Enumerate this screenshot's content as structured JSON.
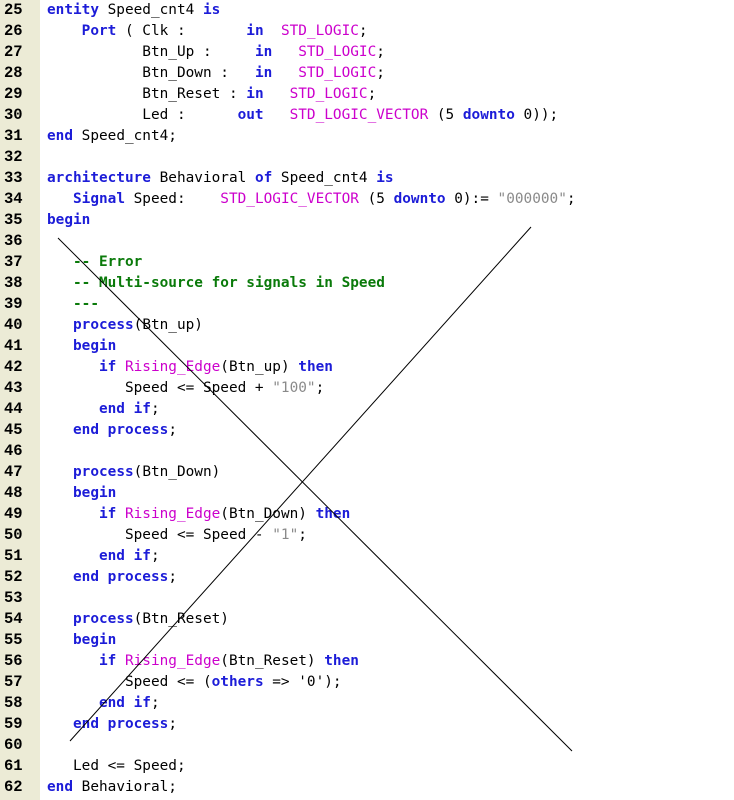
{
  "editor": {
    "lines": [
      {
        "n": "25",
        "tokens": [
          {
            "t": "entity",
            "c": "kw"
          },
          {
            "t": " Speed_cnt4 ",
            "c": "plain"
          },
          {
            "t": "is",
            "c": "kw"
          }
        ]
      },
      {
        "n": "26",
        "tokens": [
          {
            "t": "    ",
            "c": "plain"
          },
          {
            "t": "Port",
            "c": "kw"
          },
          {
            "t": " ( Clk :       ",
            "c": "plain"
          },
          {
            "t": "in",
            "c": "kw"
          },
          {
            "t": "  ",
            "c": "plain"
          },
          {
            "t": "STD_LOGIC",
            "c": "typ"
          },
          {
            "t": ";",
            "c": "plain"
          }
        ]
      },
      {
        "n": "27",
        "tokens": [
          {
            "t": "           Btn_Up :     ",
            "c": "plain"
          },
          {
            "t": "in",
            "c": "kw"
          },
          {
            "t": "   ",
            "c": "plain"
          },
          {
            "t": "STD_LOGIC",
            "c": "typ"
          },
          {
            "t": ";",
            "c": "plain"
          }
        ]
      },
      {
        "n": "28",
        "tokens": [
          {
            "t": "           Btn_Down :   ",
            "c": "plain"
          },
          {
            "t": "in",
            "c": "kw"
          },
          {
            "t": "   ",
            "c": "plain"
          },
          {
            "t": "STD_LOGIC",
            "c": "typ"
          },
          {
            "t": ";",
            "c": "plain"
          }
        ]
      },
      {
        "n": "29",
        "tokens": [
          {
            "t": "           Btn_Reset : ",
            "c": "plain"
          },
          {
            "t": "in",
            "c": "kw"
          },
          {
            "t": "   ",
            "c": "plain"
          },
          {
            "t": "STD_LOGIC",
            "c": "typ"
          },
          {
            "t": ";",
            "c": "plain"
          }
        ]
      },
      {
        "n": "30",
        "tokens": [
          {
            "t": "           Led :      ",
            "c": "plain"
          },
          {
            "t": "out",
            "c": "kw"
          },
          {
            "t": "   ",
            "c": "plain"
          },
          {
            "t": "STD_LOGIC_VECTOR",
            "c": "typ"
          },
          {
            "t": " (5 ",
            "c": "plain"
          },
          {
            "t": "downto",
            "c": "kw"
          },
          {
            "t": " 0));",
            "c": "plain"
          }
        ]
      },
      {
        "n": "31",
        "tokens": [
          {
            "t": "end",
            "c": "kw"
          },
          {
            "t": " Speed_cnt4;",
            "c": "plain"
          }
        ]
      },
      {
        "n": "32",
        "tokens": []
      },
      {
        "n": "33",
        "tokens": [
          {
            "t": "architecture",
            "c": "kw"
          },
          {
            "t": " Behavioral ",
            "c": "plain"
          },
          {
            "t": "of",
            "c": "kw"
          },
          {
            "t": " Speed_cnt4 ",
            "c": "plain"
          },
          {
            "t": "is",
            "c": "kw"
          }
        ]
      },
      {
        "n": "34",
        "tokens": [
          {
            "t": "   ",
            "c": "plain"
          },
          {
            "t": "Signal",
            "c": "kw"
          },
          {
            "t": " Speed:    ",
            "c": "plain"
          },
          {
            "t": "STD_LOGIC_VECTOR",
            "c": "typ"
          },
          {
            "t": " (5 ",
            "c": "plain"
          },
          {
            "t": "downto",
            "c": "kw"
          },
          {
            "t": " 0):= ",
            "c": "plain"
          },
          {
            "t": "\"000000\"",
            "c": "str"
          },
          {
            "t": ";",
            "c": "plain"
          }
        ]
      },
      {
        "n": "35",
        "tokens": [
          {
            "t": "begin",
            "c": "kw"
          }
        ]
      },
      {
        "n": "36",
        "tokens": []
      },
      {
        "n": "37",
        "tokens": [
          {
            "t": "   ",
            "c": "plain"
          },
          {
            "t": "-- Error",
            "c": "cmt"
          }
        ]
      },
      {
        "n": "38",
        "tokens": [
          {
            "t": "   ",
            "c": "plain"
          },
          {
            "t": "-- Multi-source for signals in Speed",
            "c": "cmt"
          }
        ]
      },
      {
        "n": "39",
        "tokens": [
          {
            "t": "   ",
            "c": "plain"
          },
          {
            "t": "---",
            "c": "cmt"
          }
        ]
      },
      {
        "n": "40",
        "tokens": [
          {
            "t": "   ",
            "c": "plain"
          },
          {
            "t": "process",
            "c": "kw"
          },
          {
            "t": "(Btn_up)",
            "c": "plain"
          }
        ]
      },
      {
        "n": "41",
        "tokens": [
          {
            "t": "   ",
            "c": "plain"
          },
          {
            "t": "begin",
            "c": "kw"
          }
        ]
      },
      {
        "n": "42",
        "tokens": [
          {
            "t": "      ",
            "c": "plain"
          },
          {
            "t": "if",
            "c": "kw"
          },
          {
            "t": " ",
            "c": "plain"
          },
          {
            "t": "Rising_Edge",
            "c": "typ"
          },
          {
            "t": "(Btn_up) ",
            "c": "plain"
          },
          {
            "t": "then",
            "c": "kw"
          }
        ]
      },
      {
        "n": "43",
        "tokens": [
          {
            "t": "         Speed <= Speed + ",
            "c": "plain"
          },
          {
            "t": "\"100\"",
            "c": "str"
          },
          {
            "t": ";",
            "c": "plain"
          }
        ]
      },
      {
        "n": "44",
        "tokens": [
          {
            "t": "      ",
            "c": "plain"
          },
          {
            "t": "end if",
            "c": "kw"
          },
          {
            "t": ";",
            "c": "plain"
          }
        ]
      },
      {
        "n": "45",
        "tokens": [
          {
            "t": "   ",
            "c": "plain"
          },
          {
            "t": "end process",
            "c": "kw"
          },
          {
            "t": ";",
            "c": "plain"
          }
        ]
      },
      {
        "n": "46",
        "tokens": []
      },
      {
        "n": "47",
        "tokens": [
          {
            "t": "   ",
            "c": "plain"
          },
          {
            "t": "process",
            "c": "kw"
          },
          {
            "t": "(Btn_Down)",
            "c": "plain"
          }
        ]
      },
      {
        "n": "48",
        "tokens": [
          {
            "t": "   ",
            "c": "plain"
          },
          {
            "t": "begin",
            "c": "kw"
          }
        ]
      },
      {
        "n": "49",
        "tokens": [
          {
            "t": "      ",
            "c": "plain"
          },
          {
            "t": "if",
            "c": "kw"
          },
          {
            "t": " ",
            "c": "plain"
          },
          {
            "t": "Rising_Edge",
            "c": "typ"
          },
          {
            "t": "(Btn_Down) ",
            "c": "plain"
          },
          {
            "t": "then",
            "c": "kw"
          }
        ]
      },
      {
        "n": "50",
        "tokens": [
          {
            "t": "         Speed <= Speed - ",
            "c": "plain"
          },
          {
            "t": "\"1\"",
            "c": "str"
          },
          {
            "t": ";",
            "c": "plain"
          }
        ]
      },
      {
        "n": "51",
        "tokens": [
          {
            "t": "      ",
            "c": "plain"
          },
          {
            "t": "end if",
            "c": "kw"
          },
          {
            "t": ";",
            "c": "plain"
          }
        ]
      },
      {
        "n": "52",
        "tokens": [
          {
            "t": "   ",
            "c": "plain"
          },
          {
            "t": "end process",
            "c": "kw"
          },
          {
            "t": ";",
            "c": "plain"
          }
        ]
      },
      {
        "n": "53",
        "tokens": []
      },
      {
        "n": "54",
        "tokens": [
          {
            "t": "   ",
            "c": "plain"
          },
          {
            "t": "process",
            "c": "kw"
          },
          {
            "t": "(Btn_Reset)",
            "c": "plain"
          }
        ]
      },
      {
        "n": "55",
        "tokens": [
          {
            "t": "   ",
            "c": "plain"
          },
          {
            "t": "begin",
            "c": "kw"
          }
        ]
      },
      {
        "n": "56",
        "tokens": [
          {
            "t": "      ",
            "c": "plain"
          },
          {
            "t": "if",
            "c": "kw"
          },
          {
            "t": " ",
            "c": "plain"
          },
          {
            "t": "Rising_Edge",
            "c": "typ"
          },
          {
            "t": "(Btn_Reset) ",
            "c": "plain"
          },
          {
            "t": "then",
            "c": "kw"
          }
        ]
      },
      {
        "n": "57",
        "tokens": [
          {
            "t": "         Speed <= (",
            "c": "plain"
          },
          {
            "t": "others",
            "c": "kw"
          },
          {
            "t": " => '0');",
            "c": "plain"
          }
        ]
      },
      {
        "n": "58",
        "tokens": [
          {
            "t": "      ",
            "c": "plain"
          },
          {
            "t": "end if",
            "c": "kw"
          },
          {
            "t": ";",
            "c": "plain"
          }
        ]
      },
      {
        "n": "59",
        "tokens": [
          {
            "t": "   ",
            "c": "plain"
          },
          {
            "t": "end process",
            "c": "kw"
          },
          {
            "t": ";",
            "c": "plain"
          }
        ]
      },
      {
        "n": "60",
        "tokens": []
      },
      {
        "n": "61",
        "tokens": [
          {
            "t": "   Led <= Speed;",
            "c": "plain"
          }
        ]
      },
      {
        "n": "62",
        "tokens": [
          {
            "t": "end",
            "c": "kw"
          },
          {
            "t": " Behavioral;",
            "c": "plain"
          }
        ]
      }
    ]
  },
  "colors": {
    "gutter_background": "#ecebd6",
    "keyword": "#1c1cd8",
    "type_or_function": "#cc00cc",
    "string_literal": "#8a8a8a",
    "comment": "#0a7a0a",
    "cross_out_lines": "#000000"
  }
}
